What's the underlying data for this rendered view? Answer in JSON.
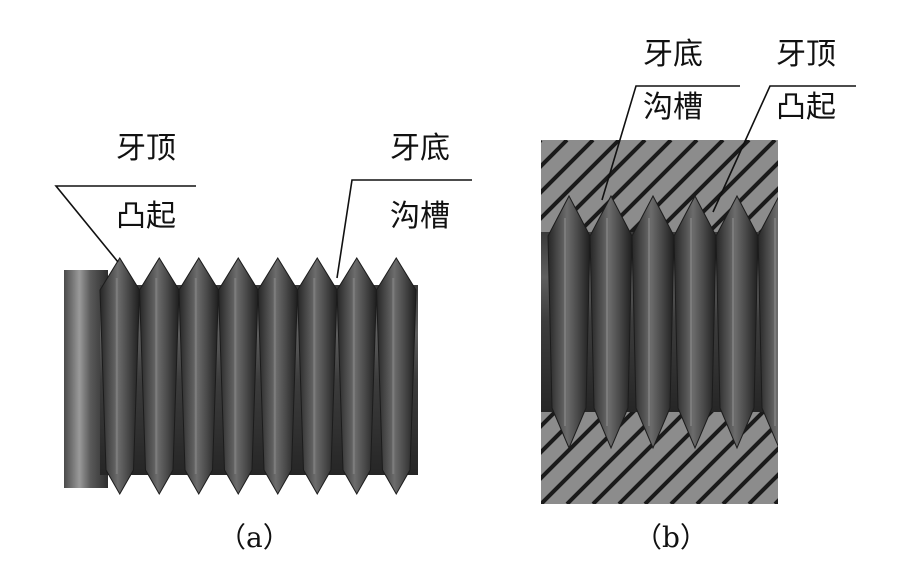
{
  "figure_a": {
    "label_crest": [
      "牙顶",
      "凸起"
    ],
    "label_root": [
      "牙底",
      "沟槽"
    ],
    "caption": "（a）"
  },
  "figure_b": {
    "label_root": [
      "牙底",
      "沟槽"
    ],
    "label_crest": [
      "牙顶",
      "凸起"
    ],
    "caption": "（b）"
  },
  "colors": {
    "thread_dark": "#2f2f2f",
    "thread_light": "#7a7a7a",
    "hatch_bg": "#8c8c8c",
    "hatch_line": "#1a1a1a",
    "leader": "#111111"
  }
}
